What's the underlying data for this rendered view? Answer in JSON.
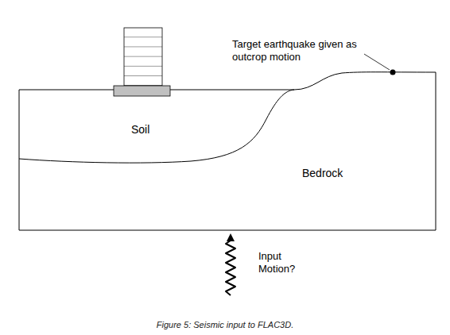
{
  "diagram": {
    "caption": "Figure 5: Seismic input to FLAC3D.",
    "labels": [
      "Target earthquake given as outcrop motion",
      "Soil",
      "Bedrock",
      "Input Motion?"
    ]
  }
}
